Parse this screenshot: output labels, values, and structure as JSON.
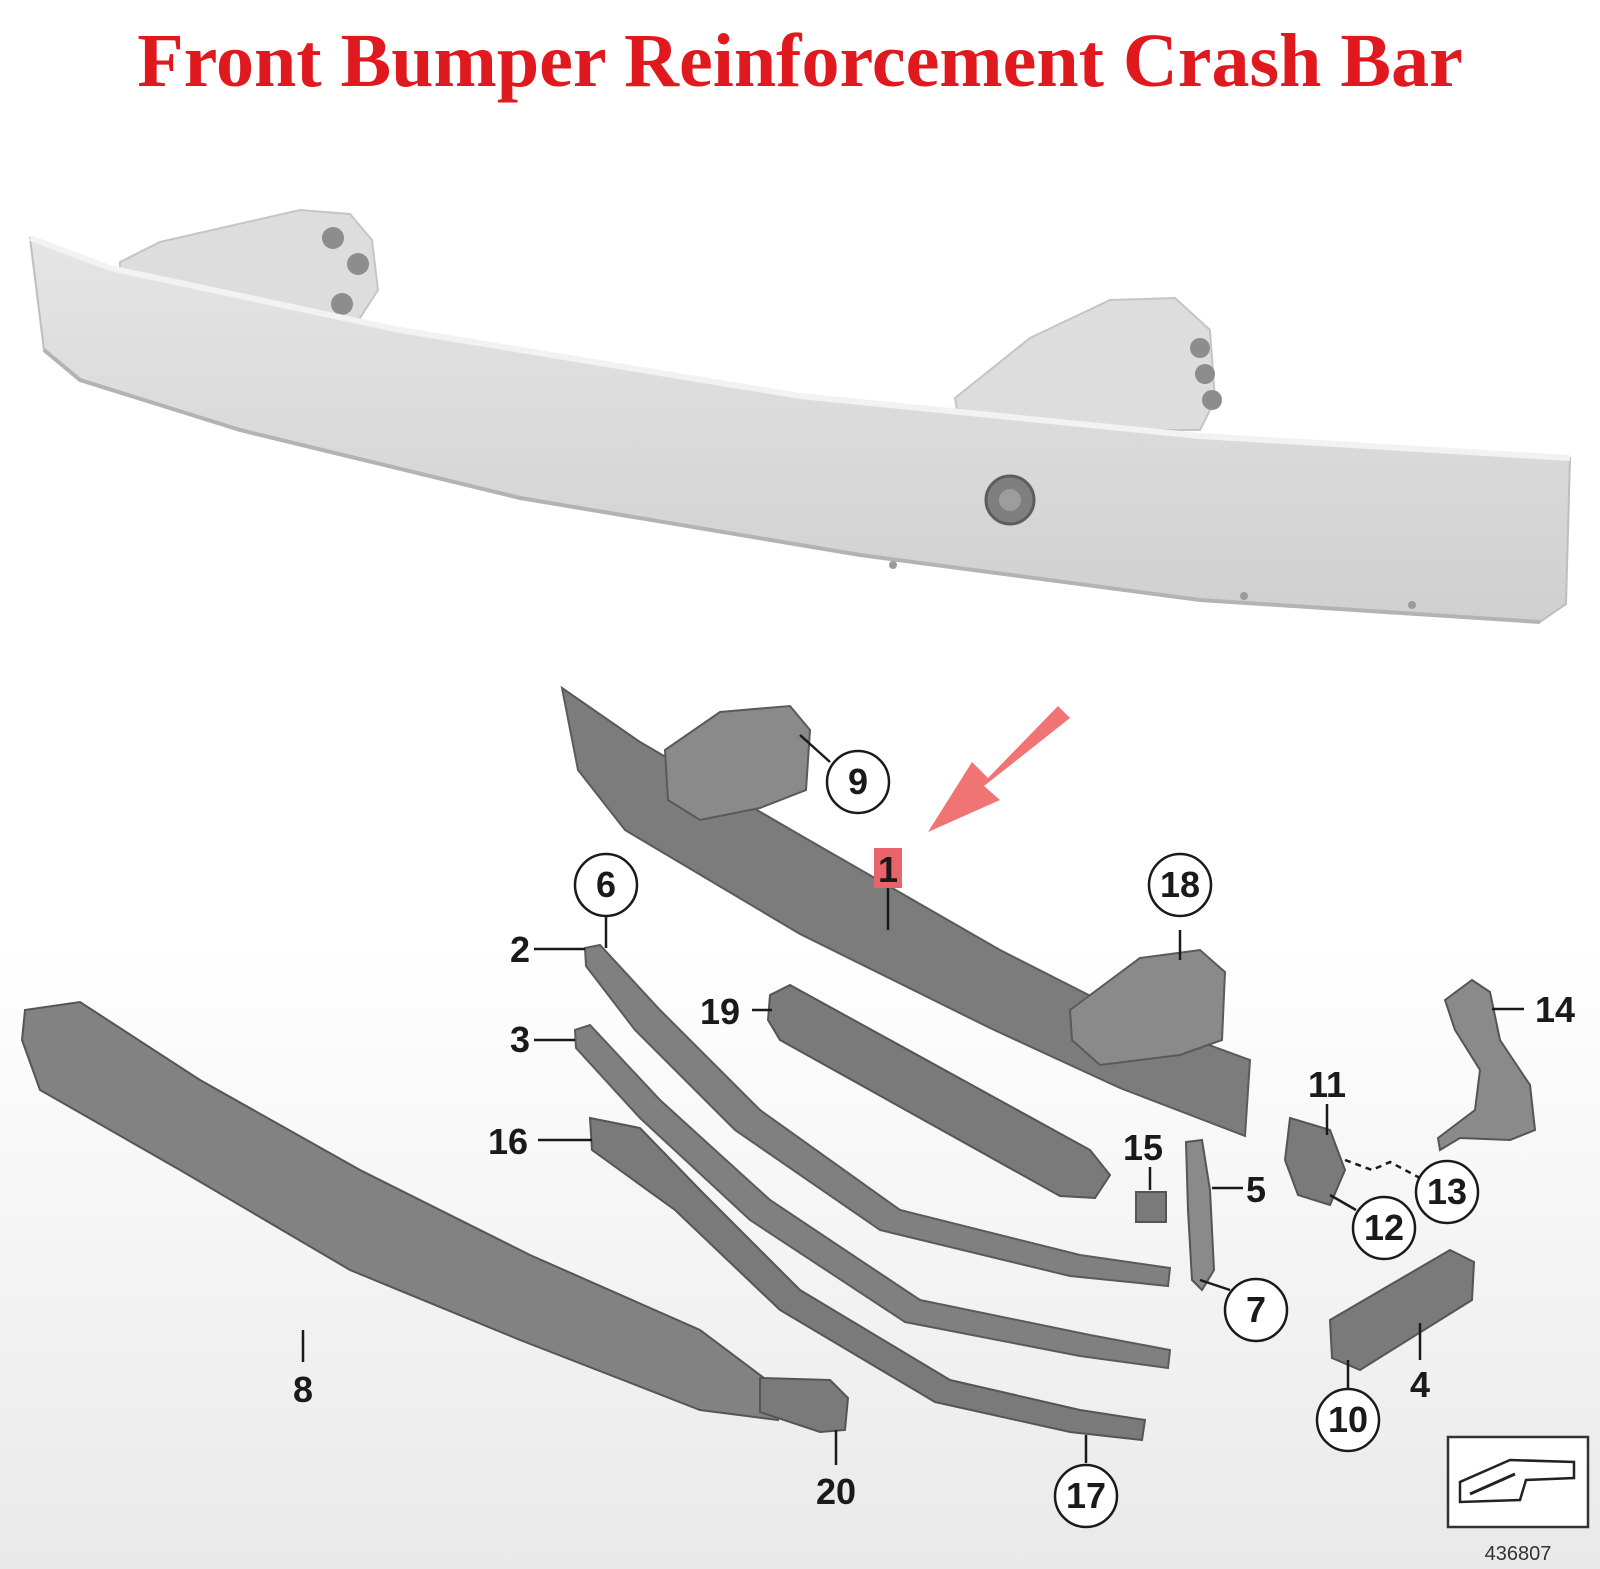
{
  "title": "Front Bumper Reinforcement Crash Bar",
  "figure_number": "436807",
  "colors": {
    "title": "#e0191e",
    "arrow": "#f07474",
    "part": "#7a7a7a",
    "part_dark": "#5e5e5e",
    "photo_part": "#d9dad9",
    "highlight": "#e8646a"
  },
  "callouts": [
    {
      "id": "1",
      "label": "1",
      "style": "highlight"
    },
    {
      "id": "2",
      "label": "2",
      "style": "plain"
    },
    {
      "id": "3",
      "label": "3",
      "style": "plain"
    },
    {
      "id": "4",
      "label": "4",
      "style": "plain"
    },
    {
      "id": "5",
      "label": "5",
      "style": "plain"
    },
    {
      "id": "6",
      "label": "6",
      "style": "circle"
    },
    {
      "id": "7",
      "label": "7",
      "style": "circle"
    },
    {
      "id": "8",
      "label": "8",
      "style": "plain"
    },
    {
      "id": "9",
      "label": "9",
      "style": "circle"
    },
    {
      "id": "10",
      "label": "10",
      "style": "circle"
    },
    {
      "id": "11",
      "label": "11",
      "style": "plain"
    },
    {
      "id": "12",
      "label": "12",
      "style": "circle"
    },
    {
      "id": "13",
      "label": "13",
      "style": "circle"
    },
    {
      "id": "14",
      "label": "14",
      "style": "plain"
    },
    {
      "id": "15",
      "label": "15",
      "style": "plain"
    },
    {
      "id": "16",
      "label": "16",
      "style": "plain"
    },
    {
      "id": "17",
      "label": "17",
      "style": "circle"
    },
    {
      "id": "18",
      "label": "18",
      "style": "circle"
    },
    {
      "id": "19",
      "label": "19",
      "style": "plain"
    },
    {
      "id": "20",
      "label": "20",
      "style": "plain"
    }
  ]
}
